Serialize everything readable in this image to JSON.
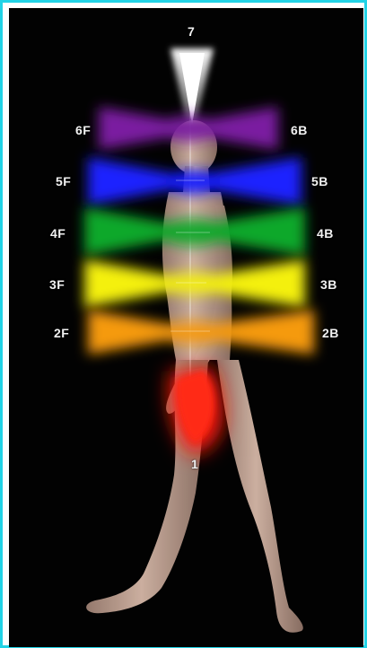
{
  "labels": {
    "crown": "7",
    "root": "1",
    "front": [
      "6F",
      "5F",
      "4F",
      "3F",
      "2F"
    ],
    "back": [
      "6B",
      "5B",
      "4B",
      "3B",
      "2B"
    ]
  },
  "colors": {
    "frame_border": "#22d3e6",
    "background": "#020202",
    "crown": "#ffffff",
    "brow": "#7a1fa0",
    "throat": "#1a20ff",
    "heart": "#10a82a",
    "solar_plexus": "#f4f00a",
    "sacral": "#f59a0a",
    "root": "#ff1a10",
    "skin": "#c8a898"
  }
}
